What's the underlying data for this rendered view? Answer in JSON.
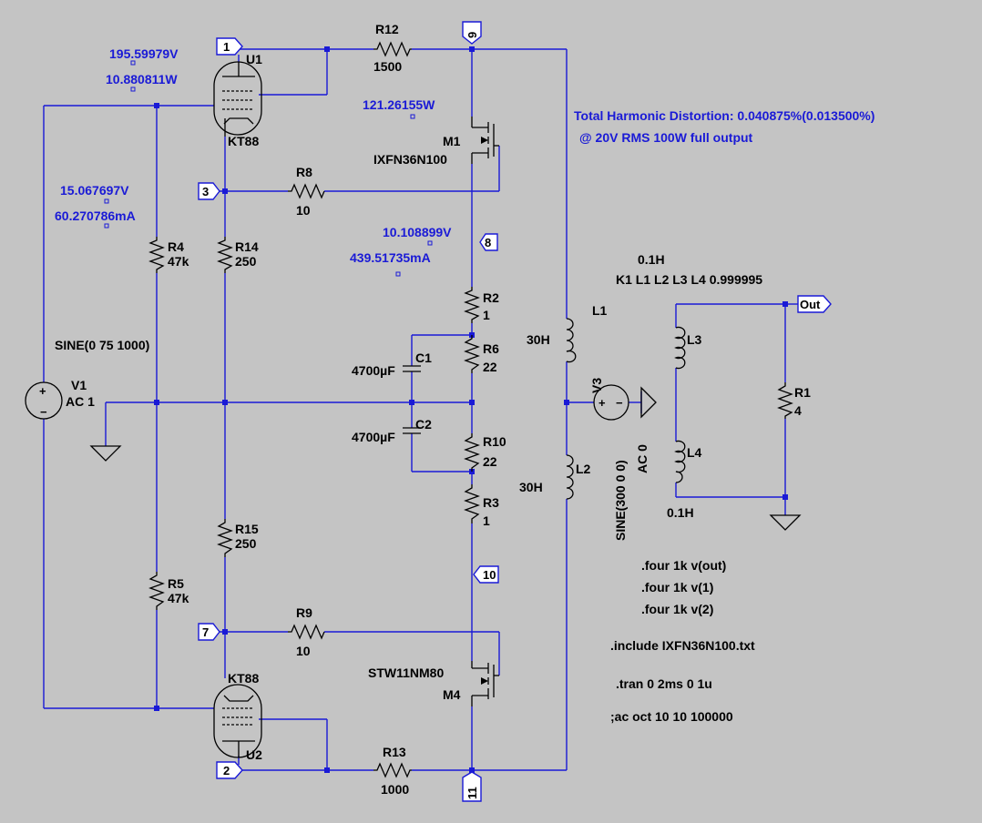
{
  "components": {
    "R12": {
      "name": "R12",
      "value": "1500"
    },
    "R13": {
      "name": "R13",
      "value": "1000"
    },
    "R8": {
      "name": "R8",
      "value": "10"
    },
    "R9": {
      "name": "R9",
      "value": "10"
    },
    "R4": {
      "name": "R4",
      "value": "47k"
    },
    "R5": {
      "name": "R5",
      "value": "47k"
    },
    "R14": {
      "name": "R14",
      "value": "250"
    },
    "R15": {
      "name": "R15",
      "value": "250"
    },
    "R2": {
      "name": "R2",
      "value": "1"
    },
    "R3": {
      "name": "R3",
      "value": "1"
    },
    "R6": {
      "name": "R6",
      "value": "22"
    },
    "R10": {
      "name": "R10",
      "value": "22"
    },
    "R1": {
      "name": "R1",
      "value": "4"
    },
    "C1": {
      "name": "C1",
      "value": "4700µF"
    },
    "C2": {
      "name": "C2",
      "value": "4700µF"
    },
    "U1": {
      "name": "U1",
      "value": "KT88"
    },
    "U2": {
      "name": "U2",
      "value": "KT88"
    },
    "M1": {
      "name": "M1",
      "value": "IXFN36N100"
    },
    "M4": {
      "name": "M4",
      "value": "STW11NM80"
    },
    "V1": {
      "name": "V1",
      "value": "AC 1",
      "source": "SINE(0 75 1000)"
    },
    "V3": {
      "name": "V3",
      "value": "AC 0",
      "source": "SINE(300 0 0)"
    },
    "L1": {
      "name": "L1",
      "value": "30H"
    },
    "L2": {
      "name": "L2",
      "value": "30H"
    },
    "L3": {
      "name": "L3",
      "value": "0.1H"
    },
    "L4": {
      "name": "L4",
      "value": "0.1H"
    }
  },
  "ports": {
    "p1": "1",
    "p2": "2",
    "p3": "3",
    "p7": "7",
    "p8": "8",
    "p9": "9",
    "p10": "10",
    "p11": "11",
    "out": "Out"
  },
  "measurements": {
    "u1_voltage": "195.59979V",
    "u1_power": "10.880811W",
    "m1_power": "121.26155W",
    "r4_voltage": "15.067697V",
    "r4_current": "60.270786mA",
    "node8_voltage": "10.108899V",
    "node8_current": "439.51735mA"
  },
  "annotations": {
    "thd_line1": "Total Harmonic Distortion: 0.040875%(0.013500%)",
    "thd_line2": "@ 20V RMS 100W full output",
    "coupling": "K1 L1 L2 L3 L4 0.999995"
  },
  "directives": [
    ".four 1k v(out)",
    ".four 1k v(1)",
    ".four 1k v(2)",
    ".include IXFN36N100.txt",
    ".tran 0 2ms 0 1u",
    ";ac oct 10 10 100000"
  ],
  "colors": {
    "background": "#c4c4c4",
    "wire": "#1a1ad6",
    "component": "#000000",
    "annotation": "#1a1ad6"
  }
}
